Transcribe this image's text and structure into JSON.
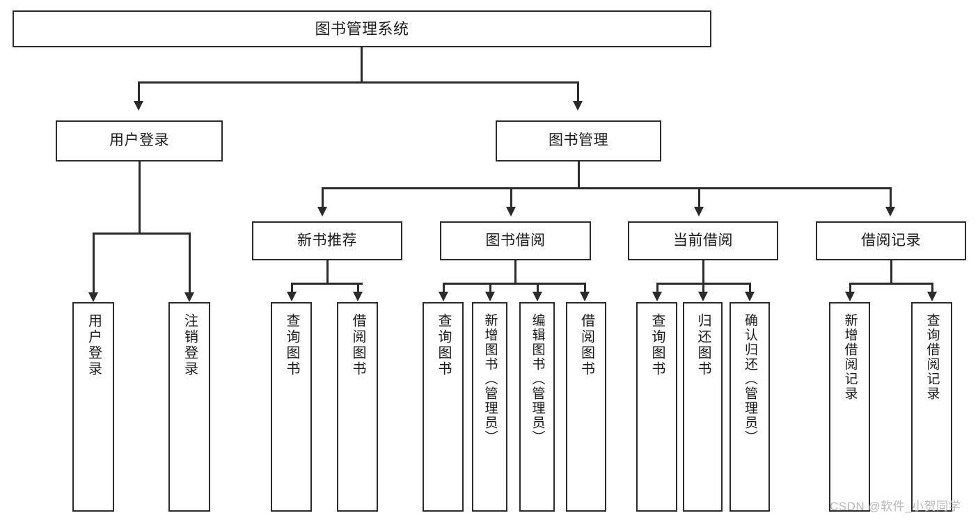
{
  "diagram": {
    "title": "图书管理系统",
    "root": {
      "label": "图书管理系统"
    },
    "level1": [
      {
        "label": "用户登录"
      },
      {
        "label": "图书管理"
      }
    ],
    "level2": [
      {
        "label": "新书推荐"
      },
      {
        "label": "图书借阅"
      },
      {
        "label": "当前借阅"
      },
      {
        "label": "借阅记录"
      }
    ],
    "leaves": {
      "user_login": [
        {
          "label": "用户登录"
        },
        {
          "label": "注销登录"
        }
      ],
      "new_book_recommend": [
        {
          "label": "查询图书"
        },
        {
          "label": "借阅图书"
        }
      ],
      "book_borrow": [
        {
          "label": "查询图书"
        },
        {
          "label": "新增图书（管理员）"
        },
        {
          "label": "编辑图书（管理员）"
        },
        {
          "label": "借阅图书"
        }
      ],
      "current_borrow": [
        {
          "label": "查询图书"
        },
        {
          "label": "归还图书"
        },
        {
          "label": "确认归还（管理员）"
        }
      ],
      "borrow_record": [
        {
          "label": "新增借阅记录"
        },
        {
          "label": "查询借阅记录"
        }
      ]
    }
  },
  "watermark": {
    "text": "CSDN @软件_小贺同学"
  },
  "colors": {
    "stroke": "#2b2b2b",
    "background": "#ffffff",
    "text": "#1b1b1b",
    "watermark": "#b8b8b8"
  }
}
